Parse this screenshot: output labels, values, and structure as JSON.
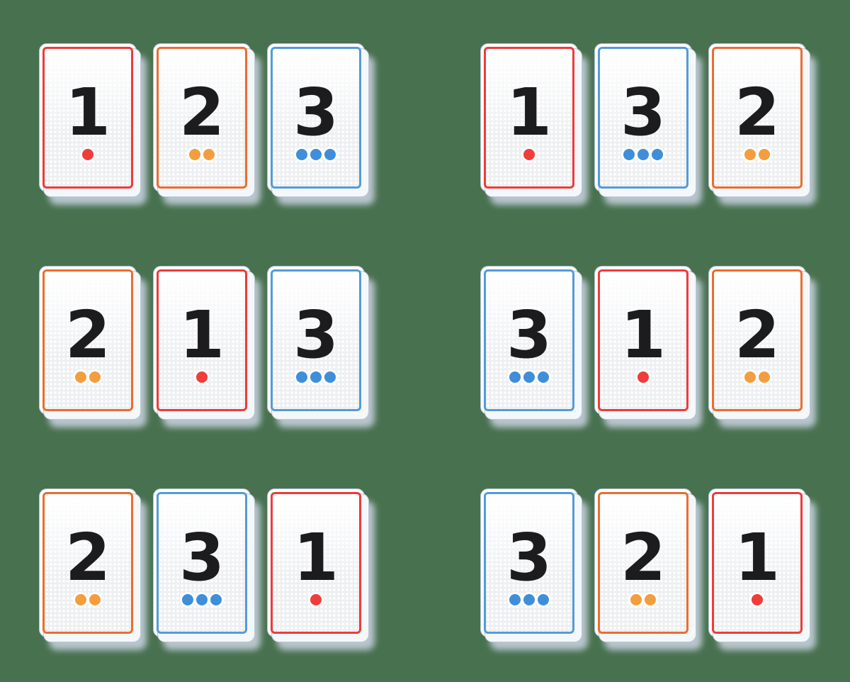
{
  "palette": {
    "background": "#48714F",
    "card_face": "#FFFFFF",
    "card_texture_base": "#EDEFF1",
    "card_edge": "#B2C1CF",
    "number_color": "#1C1C1E",
    "shadow": "#CBD5E4",
    "red_border": "#EE3B3A",
    "red_dot": "#EF3D39",
    "orange_border": "#ED6C2F",
    "orange_dot": "#F49D3F",
    "blue_border": "#549BD8",
    "blue_dot": "#3F8ED9"
  },
  "groups": [
    {
      "cards": [
        {
          "value": "1",
          "color": "red",
          "dots": 1
        },
        {
          "value": "2",
          "color": "orange",
          "dots": 2
        },
        {
          "value": "3",
          "color": "blue",
          "dots": 3
        }
      ]
    },
    {
      "cards": [
        {
          "value": "1",
          "color": "red",
          "dots": 1
        },
        {
          "value": "3",
          "color": "blue",
          "dots": 3
        },
        {
          "value": "2",
          "color": "orange",
          "dots": 2
        }
      ]
    },
    {
      "cards": [
        {
          "value": "2",
          "color": "orange",
          "dots": 2
        },
        {
          "value": "1",
          "color": "red",
          "dots": 1
        },
        {
          "value": "3",
          "color": "blue",
          "dots": 3
        }
      ]
    },
    {
      "cards": [
        {
          "value": "3",
          "color": "blue",
          "dots": 3
        },
        {
          "value": "1",
          "color": "red",
          "dots": 1
        },
        {
          "value": "2",
          "color": "orange",
          "dots": 2
        }
      ]
    },
    {
      "cards": [
        {
          "value": "2",
          "color": "orange",
          "dots": 2
        },
        {
          "value": "3",
          "color": "blue",
          "dots": 3
        },
        {
          "value": "1",
          "color": "red",
          "dots": 1
        }
      ]
    },
    {
      "cards": [
        {
          "value": "3",
          "color": "blue",
          "dots": 3
        },
        {
          "value": "2",
          "color": "orange",
          "dots": 2
        },
        {
          "value": "1",
          "color": "red",
          "dots": 1
        }
      ]
    }
  ]
}
